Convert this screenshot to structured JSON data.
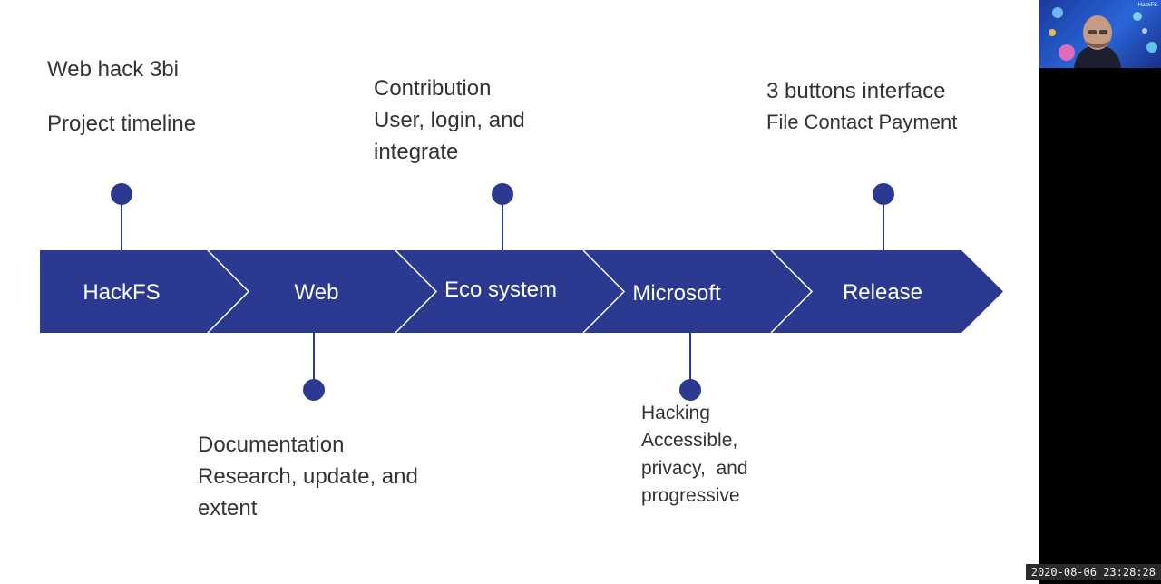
{
  "slide": {
    "title_line1": "Web hack 3bi",
    "title_line2": "Project timeline",
    "accent_color": "#2b3990",
    "segments": [
      {
        "label": "HackFS"
      },
      {
        "label": "Web"
      },
      {
        "label": "Eco system"
      },
      {
        "label": "Microsoft"
      },
      {
        "label": "Release"
      }
    ],
    "callouts": {
      "contribution": {
        "l1": "Contribution",
        "l2": "User, login, and",
        "l3": "integrate"
      },
      "release": {
        "l1": "3 buttons interface",
        "l2": "File Contact Payment"
      },
      "documentation": {
        "l1": "Documentation",
        "l2": "Research, update, and",
        "l3": "extent"
      },
      "hacking": {
        "l1": "Hacking",
        "l2": "Accessible,",
        "l3": "privacy,  and",
        "l4": "progressive"
      }
    }
  },
  "video": {
    "overlay_label": "HackFS"
  },
  "timestamp": "2020-08-06 23:28:28"
}
